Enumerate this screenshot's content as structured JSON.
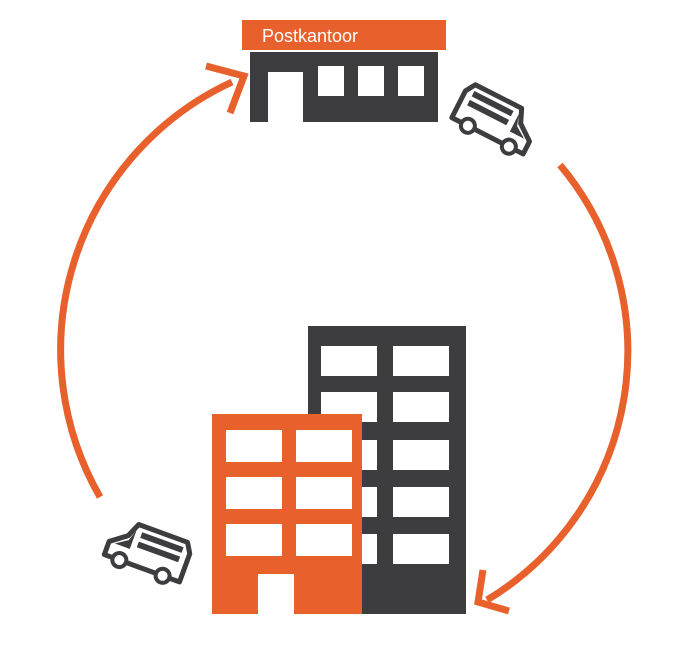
{
  "post_office": {
    "sign_label": "Postkantoor",
    "icon": "post-office-building-icon"
  },
  "delivery_vans": [
    {
      "icon": "delivery-van-icon",
      "direction": "outbound"
    },
    {
      "icon": "delivery-van-icon",
      "direction": "return"
    }
  ],
  "destination": {
    "icon": "apartment-buildings-icon"
  },
  "cycle": {
    "icon": "circular-arrows-icon"
  },
  "colors": {
    "accent": "#e8612c",
    "dark": "#3d3c3f",
    "background": "#ffffff"
  }
}
